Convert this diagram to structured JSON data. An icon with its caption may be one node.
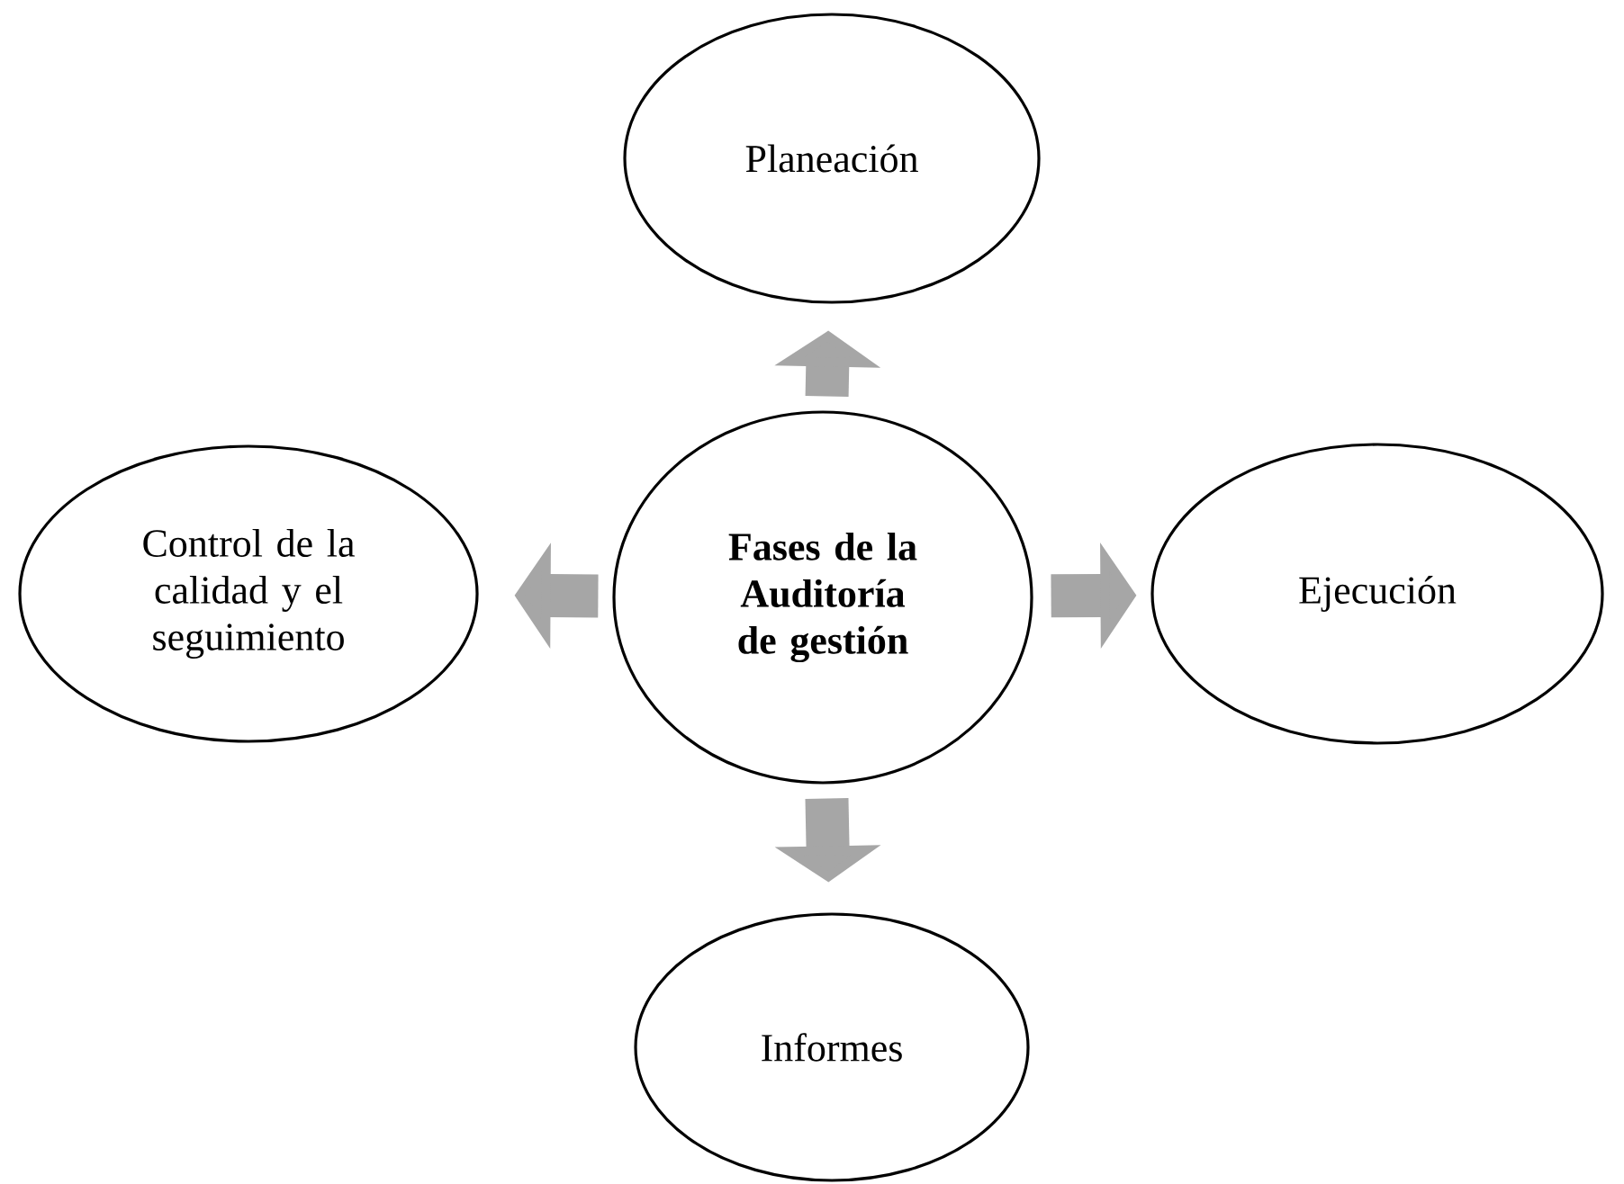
{
  "diagram": {
    "nodes": [
      {
        "text": [
          "Fases de la Auditoría de gestión"
        ]
      },
      {
        "text": [
          "Planeación"
        ]
      },
      {
        "text": [
          "Control de la calidad y el seguimiento"
        ]
      },
      {
        "text": [
          "Ejecución"
        ]
      },
      {
        "text": [
          "Informes"
        ]
      }
    ],
    "edges": [
      {
        "from": 0,
        "to": 1,
        "arrow": "to"
      },
      {
        "from": 0,
        "to": 2,
        "arrow": "to"
      },
      {
        "from": 0,
        "to": 3,
        "arrow": "to"
      },
      {
        "from": 0,
        "to": 4,
        "arrow": "to"
      }
    ]
  }
}
